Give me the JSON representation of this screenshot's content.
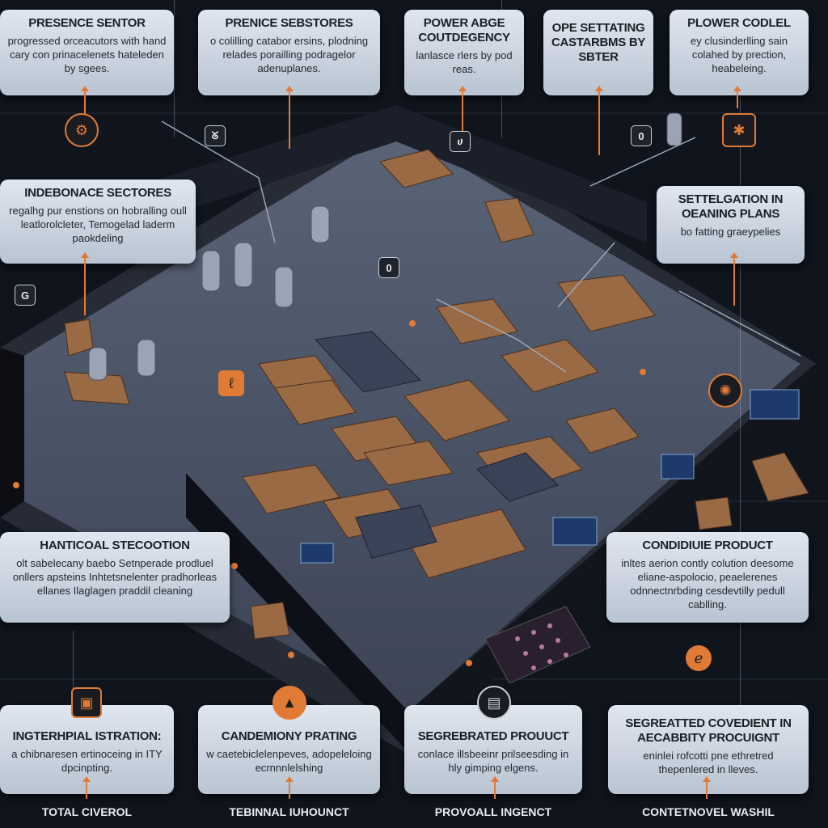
{
  "top_cards": [
    {
      "title": "Presence Sentor",
      "desc": "progressed orceacutors with hand cary con prinacelenets hateleden by sgees."
    },
    {
      "title": "Prenice Sebstores",
      "desc": "o colilling catabor ersins, plodning relades porailling podragelor adenuplanes."
    },
    {
      "title": "Power Abge Coutdegency",
      "desc": "lanlasce rlers by pod reas."
    },
    {
      "title": "Ope Settating Castarbms by Sbter",
      "desc": ""
    },
    {
      "title": "Plower Codlel",
      "desc": "ey clusinderlling sain colahed by prection, heabeleing."
    }
  ],
  "middle_cards": [
    {
      "title": "Indebonace Sectores",
      "desc": "regalhg pur enstions on hobralling oull leatlorolcleter, Temogelad laderm paokdeling"
    },
    {
      "title": "Settelgation in Oeaning Plans",
      "desc": "bo fatting graeypelies"
    }
  ],
  "lower_cards": [
    {
      "title": "Hanticoal Stecootion",
      "desc": "olt sabelecany baebo Setnperade prodluel onllers apsteins Inhtetsnelenter pradhorleas ellanes Ilaglagen praddil cleaning"
    },
    {
      "title": "Condidiuie Product",
      "desc": "inltes aerion contly colution deesome eliane-aspolocio, peaelerenes odnnectnrbding cesdevtilly pedull cablling."
    }
  ],
  "bottom_cards": [
    {
      "title": "Ingterhpial Istration:",
      "desc": "a chibnaresen ertinoceing in ITY dpcinpting."
    },
    {
      "title": "Candemiony Prating",
      "desc": "w caetebiclelenpeves, adopeleloing ecrnnnlelshing"
    },
    {
      "title": "Segrebrated Prouuct",
      "desc": "conlace illsbeeinr prilseesding in hly gimping elgens."
    },
    {
      "title": "Segreatted Covedient in Aecabbity Procuignt",
      "desc": "eninlei rofcotti pne ethretred thepenlered in lleves."
    }
  ],
  "bottom_labels": [
    "Total Civerol",
    "Tebinnal Iuhounct",
    "Provoall Ingenct",
    "Contetnovel Washil"
  ],
  "tags": [
    "G",
    "0",
    "0",
    "ᘜ",
    "ሀ"
  ],
  "colors": {
    "accent": "#e07a35",
    "background": "#0f141d",
    "card": "#c9d2de"
  }
}
